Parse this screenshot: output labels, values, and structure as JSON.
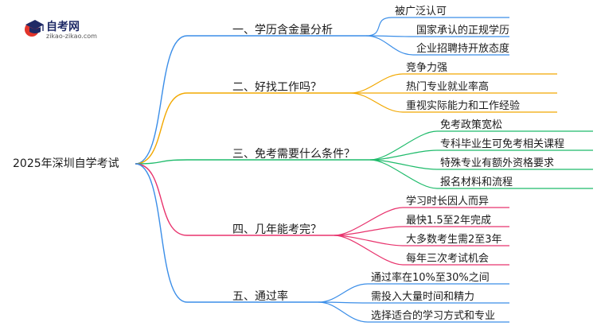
{
  "logo": {
    "name": "自考网",
    "url": "zikao-zikao.com",
    "icon": "graduation-cap-icon",
    "colors": {
      "accent": "#e2342b",
      "navy": "#1f2a66"
    }
  },
  "root": {
    "label": "2025年深圳自学考试"
  },
  "branches": [
    {
      "label": "一、学历含金量分析",
      "color": "#3b8ee8",
      "leaves": [
        "被广泛认可",
        "国家承认的正规学历",
        "企业招聘持开放态度"
      ]
    },
    {
      "label": "二、好找工作吗？",
      "color": "#f2a800",
      "leaves": [
        "竞争力强",
        "热门专业就业率高",
        "重视实际能力和工作经验"
      ]
    },
    {
      "label": "三、免考需要什么条件？",
      "color": "#1fbb6b",
      "leaves": [
        "免考政策宽松",
        "专科毕业生可免考相关课程",
        "特殊专业有额外资格要求",
        "报名材料和流程"
      ]
    },
    {
      "label": "四、几年能考完？",
      "color": "#e8336d",
      "leaves": [
        "学习时长因人而异",
        "最快1.5至2年完成",
        "大多数考生需2至3年",
        "每年三次考试机会"
      ]
    },
    {
      "label": "五、通过率",
      "color": "#3b8ee8",
      "leaves": [
        "通过率在10%至30%之间",
        "需投入大量时间和精力",
        "选择适合的学习方式和专业"
      ]
    }
  ]
}
